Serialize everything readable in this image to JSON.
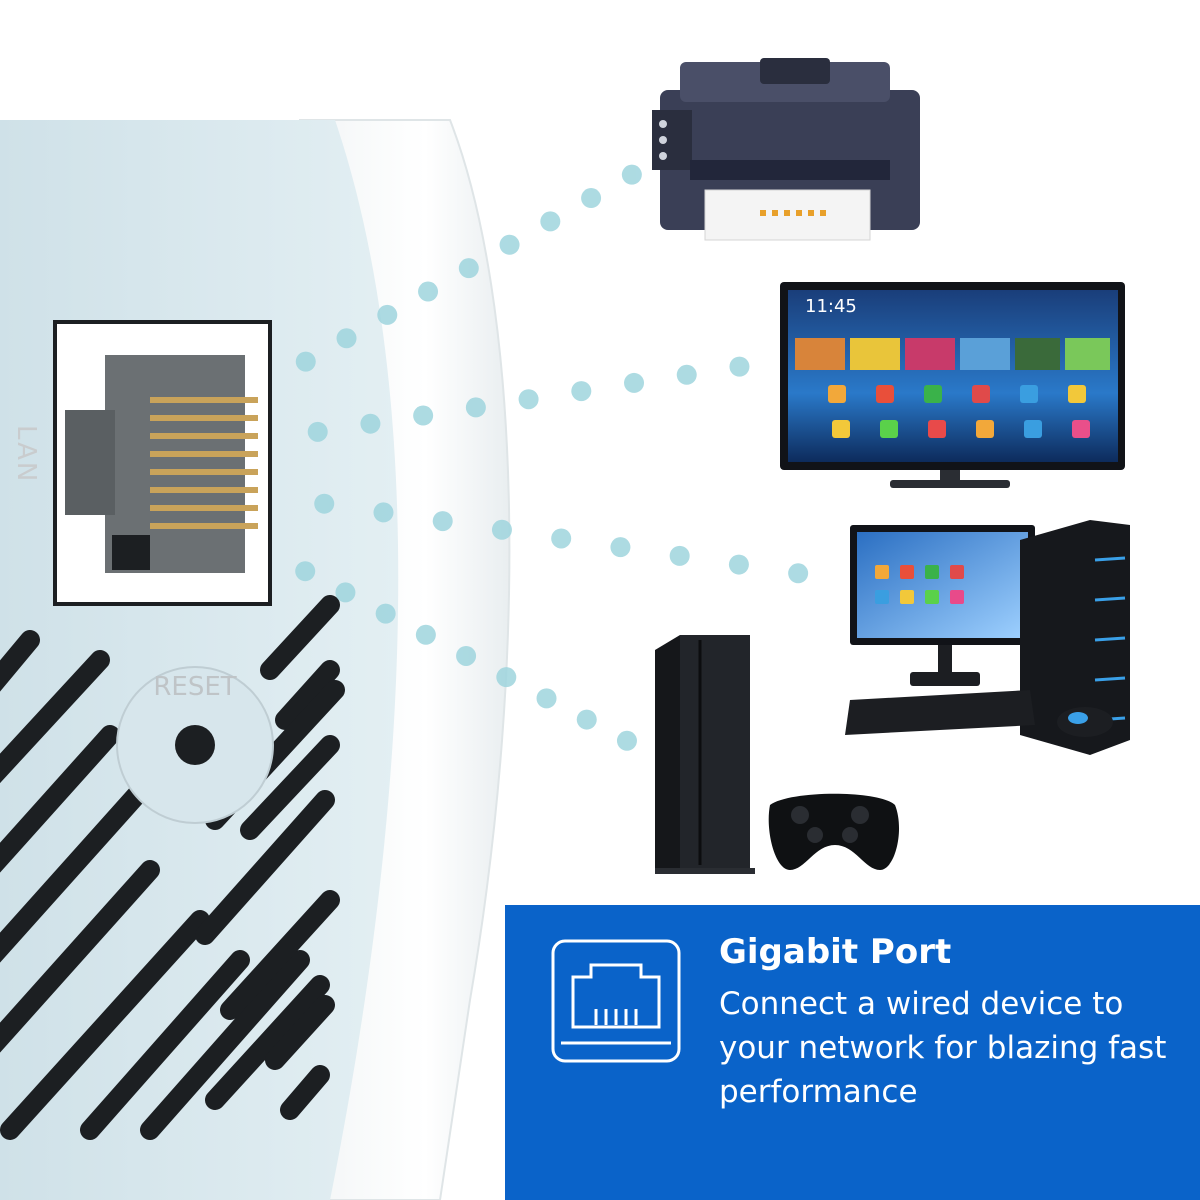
{
  "device": {
    "port_label": "LAN",
    "reset_label": "RESET"
  },
  "feature": {
    "title": "Gigabit Port",
    "description": "Connect a wired device to your network for blazing fast performance",
    "icon": "ethernet-port-icon"
  },
  "connected_devices": [
    "printer",
    "smart-tv",
    "desktop-computer",
    "game-console"
  ],
  "colors": {
    "panel": "#0a63c9",
    "device_body": "#dbe9ee",
    "signal_dots": "#9fd5de",
    "text": "#ffffff"
  }
}
